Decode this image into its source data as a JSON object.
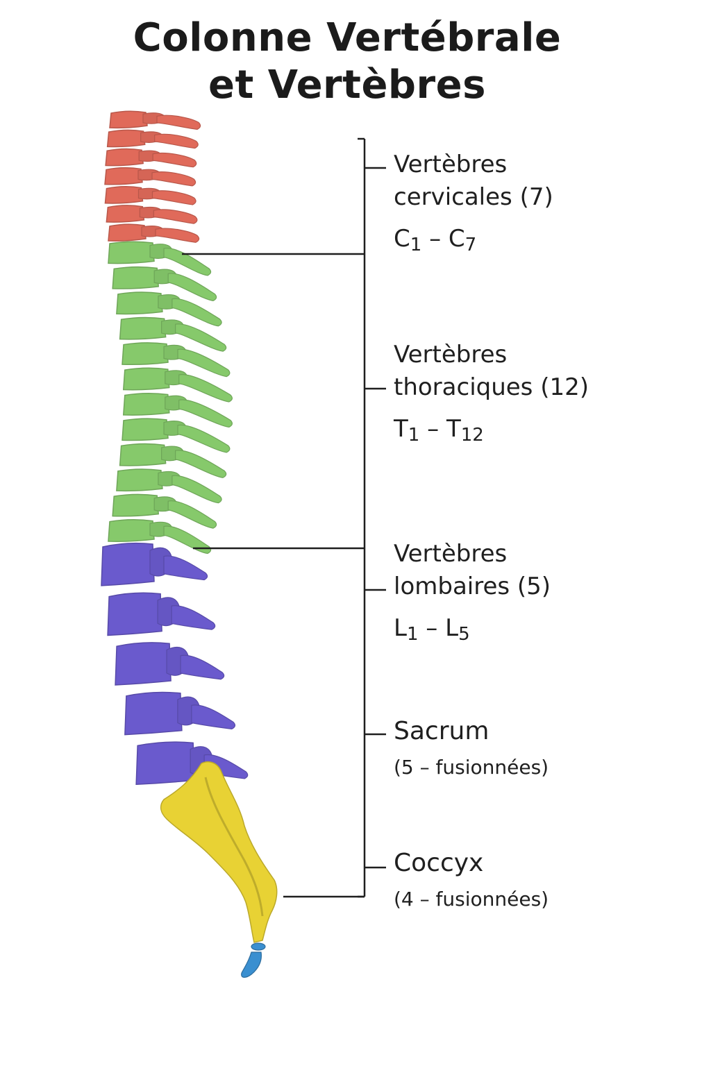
{
  "title": {
    "line1": "Colonne Vertébrale",
    "line2": "et Vertèbres"
  },
  "regions": {
    "cervical": {
      "name_line1": "Vertèbres",
      "name_line2": "cervicales (7)",
      "range_start_letter": "C",
      "range_start_num": "1",
      "range_sep": " – ",
      "range_end_letter": "C",
      "range_end_num": "7",
      "color": "#e06a5a"
    },
    "thoracic": {
      "name_line1": "Vertèbres",
      "name_line2": "thoraciques (12)",
      "range_start_letter": "T",
      "range_start_num": "1",
      "range_sep": " – ",
      "range_end_letter": "T",
      "range_end_num": "12",
      "color": "#86c96b"
    },
    "lumbar": {
      "name_line1": "Vertèbres",
      "name_line2": "lombaires (5)",
      "range_start_letter": "L",
      "range_start_num": "1",
      "range_sep": " – ",
      "range_end_letter": "L",
      "range_end_num": "5",
      "color": "#6a5acd"
    },
    "sacrum": {
      "name": "Sacrum",
      "note": "(5 – fusionnées)",
      "color": "#e8d234"
    },
    "coccyx": {
      "name": "Coccyx",
      "note": "(4 – fusionnées)",
      "color": "#3a8fd0"
    }
  },
  "counts": {
    "cervical": 7,
    "thoracic": 12,
    "lumbar": 5
  },
  "bracket_color": "#1e1e1e"
}
